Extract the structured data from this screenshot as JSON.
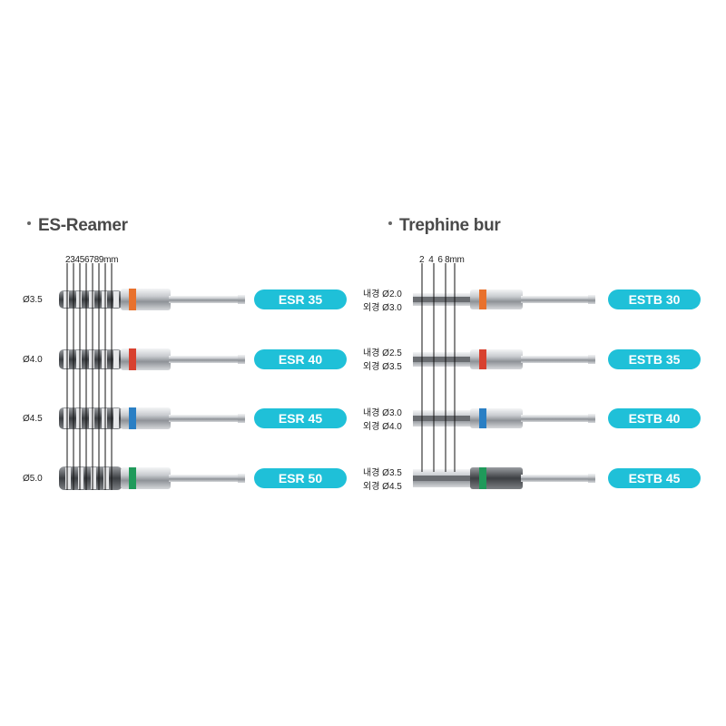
{
  "reamer": {
    "title": "ES-Reamer",
    "scale": "23456789mm",
    "items": [
      {
        "diameter": "Ø3.5",
        "code": "ESR 35",
        "ring_color": "#e8712d"
      },
      {
        "diameter": "Ø4.0",
        "code": "ESR 40",
        "ring_color": "#d8412f"
      },
      {
        "diameter": "Ø4.5",
        "code": "ESR 45",
        "ring_color": "#2a7fc4"
      },
      {
        "diameter": "Ø5.0",
        "code": "ESR 50",
        "ring_color": "#1f9a5a"
      }
    ]
  },
  "trephine": {
    "title": "Trephine bur",
    "scale": "2  4  6 8mm",
    "items": [
      {
        "inner": "내경 Ø2.0",
        "outer": "외경 Ø3.0",
        "code": "ESTB 30",
        "ring_color": "#e8712d"
      },
      {
        "inner": "내경 Ø2.5",
        "outer": "외경 Ø3.5",
        "code": "ESTB 35",
        "ring_color": "#d8412f"
      },
      {
        "inner": "내경 Ø3.0",
        "outer": "외경 Ø4.0",
        "code": "ESTB 40",
        "ring_color": "#2a7fc4"
      },
      {
        "inner": "내경 Ø3.5",
        "outer": "외경 Ø4.5",
        "code": "ESTB 45",
        "ring_color": "#1f9a5a"
      }
    ]
  },
  "colors": {
    "badge": "#1fc0d8",
    "steel": "#b9bcc0"
  }
}
